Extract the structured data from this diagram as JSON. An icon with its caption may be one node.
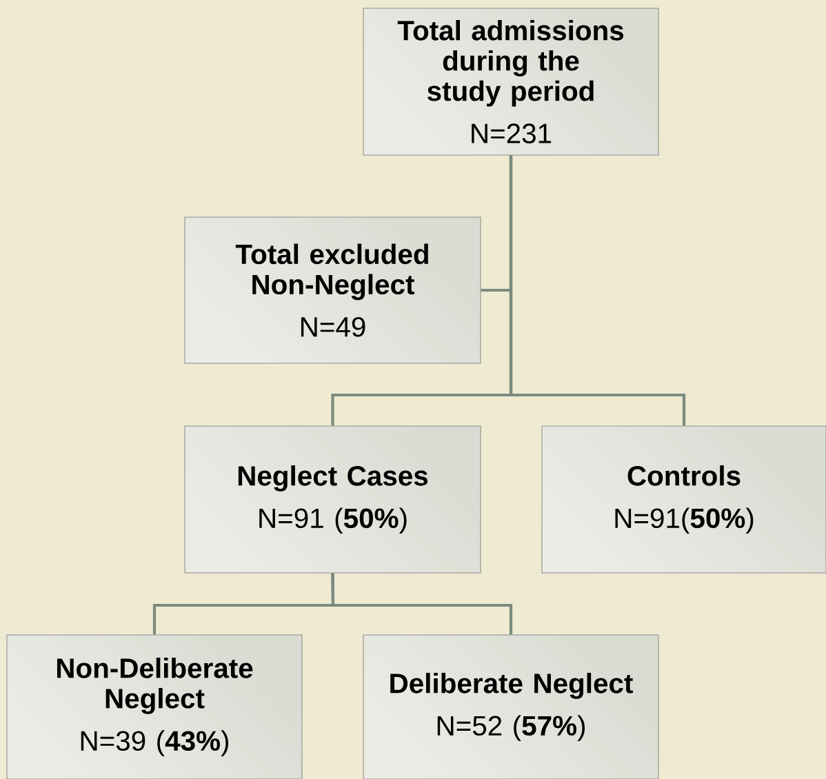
{
  "diagram": {
    "nodes": [
      {
        "text": [
          "Total admissions during the study period",
          "N=231"
        ]
      },
      {
        "text": [
          "Total excluded Non-Neglect",
          "N=49"
        ]
      },
      {
        "text": [
          "Neglect Cases",
          "N=91 (**50%**)"
        ]
      },
      {
        "text": [
          "Controls",
          "N=91(**50%**)"
        ]
      },
      {
        "text": [
          "Non-Deliberate Neglect",
          "N=39 (**43%**)"
        ]
      },
      {
        "text": [
          "Deliberate Neglect",
          "N=52 (**57%**)"
        ]
      }
    ],
    "edges": [
      {
        "from": 0,
        "to": 1,
        "arrow": "none"
      },
      {
        "from": 0,
        "to": 2,
        "arrow": "none"
      },
      {
        "from": 0,
        "to": 3,
        "arrow": "none"
      },
      {
        "from": 2,
        "to": 4,
        "arrow": "none"
      },
      {
        "from": 2,
        "to": 5,
        "arrow": "none"
      }
    ]
  }
}
